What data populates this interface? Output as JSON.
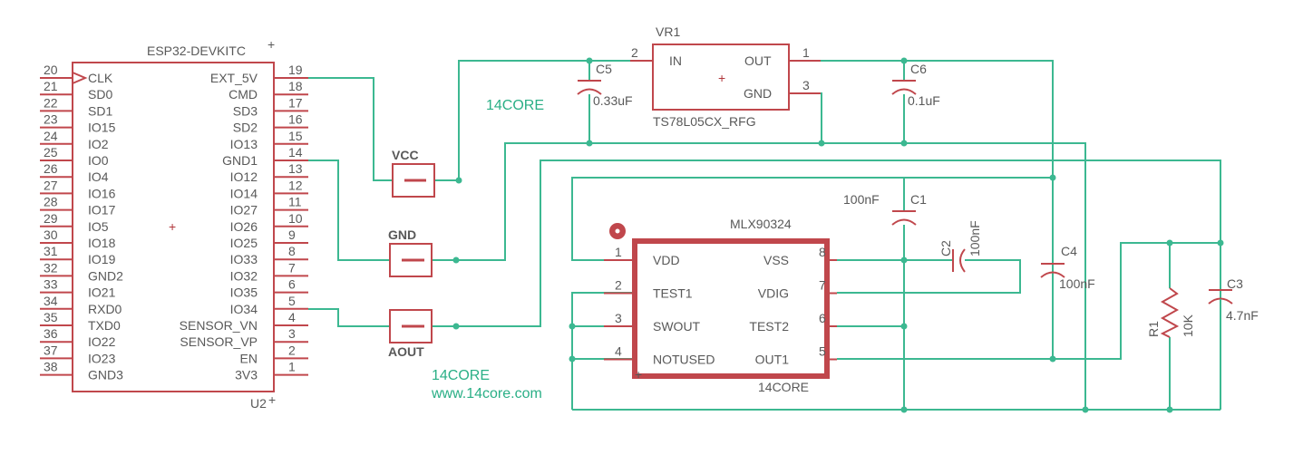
{
  "esp32": {
    "name": "ESP32-DEVKITC",
    "ref": "U2",
    "left_pins": [
      {
        "num": "20",
        "label": "CLK"
      },
      {
        "num": "21",
        "label": "SD0"
      },
      {
        "num": "22",
        "label": "SD1"
      },
      {
        "num": "23",
        "label": "IO15"
      },
      {
        "num": "24",
        "label": "IO2"
      },
      {
        "num": "25",
        "label": "IO0"
      },
      {
        "num": "26",
        "label": "IO4"
      },
      {
        "num": "27",
        "label": "IO16"
      },
      {
        "num": "28",
        "label": "IO17"
      },
      {
        "num": "29",
        "label": "IO5"
      },
      {
        "num": "30",
        "label": "IO18"
      },
      {
        "num": "31",
        "label": "IO19"
      },
      {
        "num": "32",
        "label": "GND2"
      },
      {
        "num": "33",
        "label": "IO21"
      },
      {
        "num": "34",
        "label": "RXD0"
      },
      {
        "num": "35",
        "label": "TXD0"
      },
      {
        "num": "36",
        "label": "IO22"
      },
      {
        "num": "37",
        "label": "IO23"
      },
      {
        "num": "38",
        "label": "GND3"
      }
    ],
    "right_pins": [
      {
        "num": "19",
        "label": "EXT_5V"
      },
      {
        "num": "18",
        "label": "CMD"
      },
      {
        "num": "17",
        "label": "SD3"
      },
      {
        "num": "16",
        "label": "SD2"
      },
      {
        "num": "15",
        "label": "IO13"
      },
      {
        "num": "14",
        "label": "GND1"
      },
      {
        "num": "13",
        "label": "IO12"
      },
      {
        "num": "12",
        "label": "IO14"
      },
      {
        "num": "11",
        "label": "IO27"
      },
      {
        "num": "10",
        "label": "IO26"
      },
      {
        "num": "9",
        "label": "IO25"
      },
      {
        "num": "8",
        "label": "IO33"
      },
      {
        "num": "7",
        "label": "IO32"
      },
      {
        "num": "6",
        "label": "IO35"
      },
      {
        "num": "5",
        "label": "IO34"
      },
      {
        "num": "4",
        "label": "SENSOR_VN"
      },
      {
        "num": "3",
        "label": "SENSOR_VP"
      },
      {
        "num": "2",
        "label": "EN"
      },
      {
        "num": "1",
        "label": "3V3"
      }
    ]
  },
  "connectors": {
    "vcc": "VCC",
    "gnd": "GND",
    "aout": "AOUT"
  },
  "regulator": {
    "ref": "VR1",
    "part": "TS78L05CX_RFG",
    "pin_in_num": "2",
    "pin_in": "IN",
    "pin_out_num": "1",
    "pin_out": "OUT",
    "pin_gnd_num": "3",
    "pin_gnd": "GND"
  },
  "mlx": {
    "name": "MLX90324",
    "tag": "14CORE",
    "left_pins": [
      {
        "num": "1",
        "label": "VDD"
      },
      {
        "num": "2",
        "label": "TEST1"
      },
      {
        "num": "3",
        "label": "SWOUT"
      },
      {
        "num": "4",
        "label": "NOTUSED"
      }
    ],
    "right_pins": [
      {
        "num": "8",
        "label": "VSS"
      },
      {
        "num": "7",
        "label": "VDIG"
      },
      {
        "num": "6",
        "label": "TEST2"
      },
      {
        "num": "5",
        "label": "OUT1"
      }
    ]
  },
  "caps": {
    "c5_ref": "C5",
    "c5_val": "0.33uF",
    "c6_ref": "C6",
    "c6_val": "0.1uF",
    "c1_ref": "C1",
    "c1_val": "100nF",
    "c2_ref": "C2",
    "c2_val": "100nF",
    "c4_ref": "C4",
    "c4_val": "100nF",
    "c3_ref": "C3",
    "c3_val": "4.7nF"
  },
  "resistor": {
    "ref": "R1",
    "val": "10K"
  },
  "annotations": {
    "brand_top": "14CORE",
    "brand_bottom": "14CORE",
    "url": "www.14core.com"
  },
  "colors": {
    "wire": "#3cb891",
    "part": "#c0474c",
    "text": "#595959",
    "net_text": "#2aaf86"
  }
}
